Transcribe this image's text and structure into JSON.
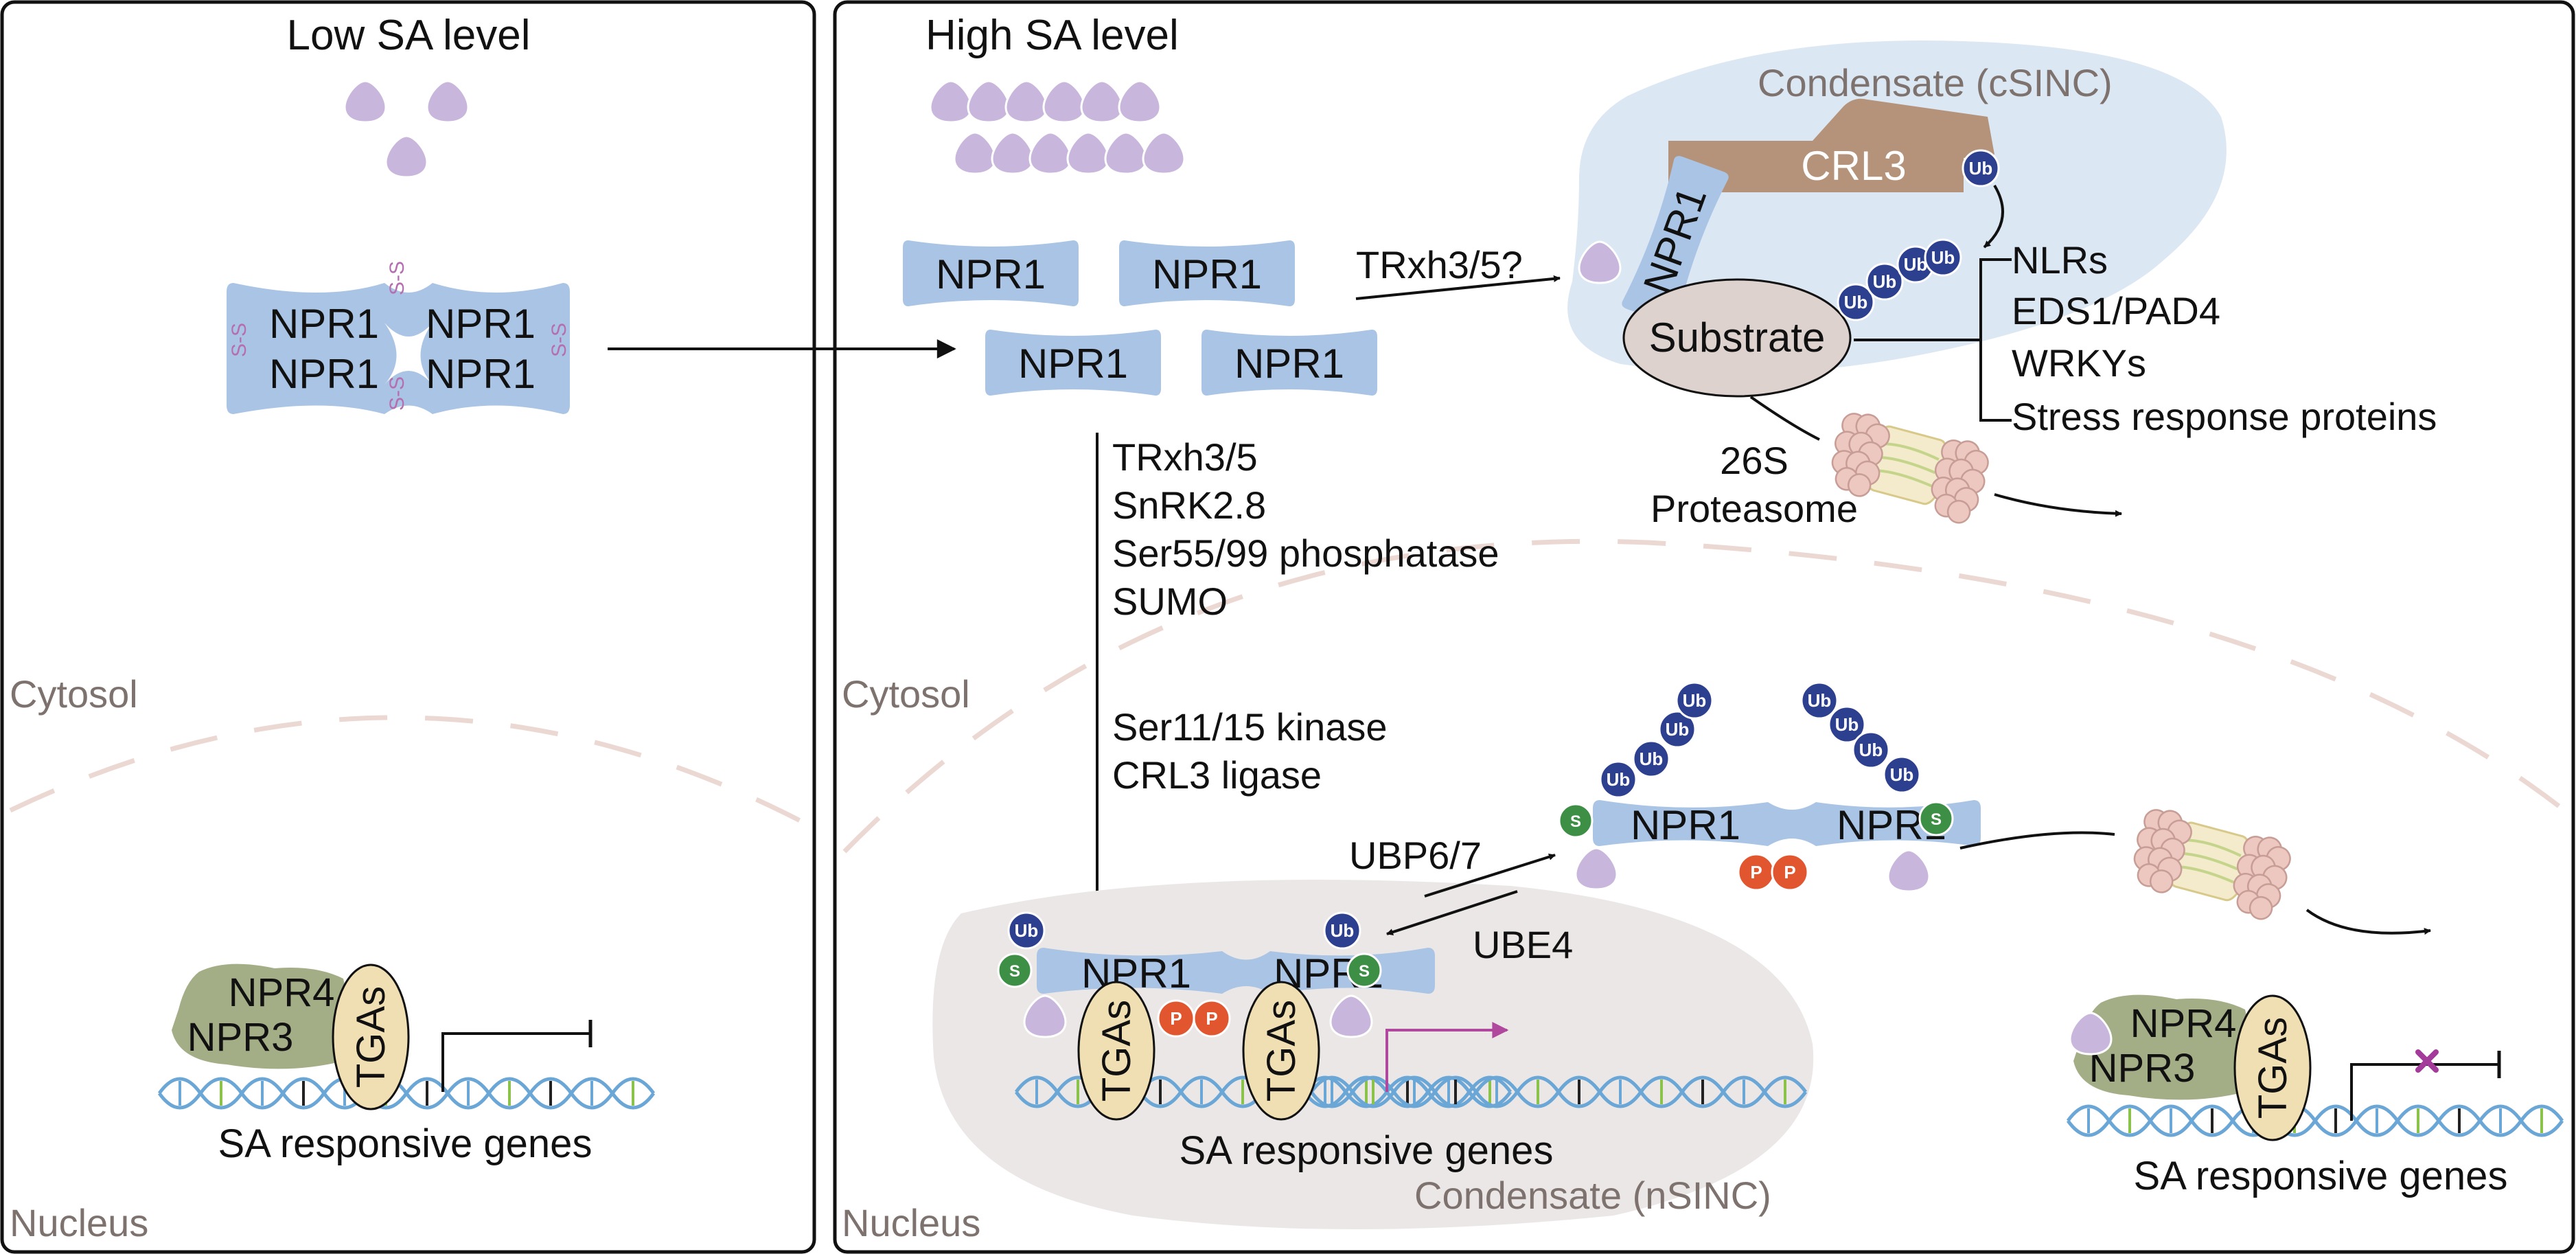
{
  "panels": {
    "left": {
      "title": "Low SA level"
    },
    "right": {
      "title": "High SA level"
    }
  },
  "compartments": {
    "cytosol_left": "Cytosol",
    "nucleus_left": "Nucleus",
    "cytosol_right": "Cytosol",
    "nucleus_right": "Nucleus"
  },
  "proteins": {
    "npr1": "NPR1",
    "npr3": "NPR3",
    "npr4": "NPR4",
    "tgas": "TGAs",
    "crl3": "CRL3",
    "substrate": "Substrate",
    "ss": "S-S"
  },
  "badges": {
    "ub": "Ub",
    "s": "S",
    "p": "P"
  },
  "condensates": {
    "csinc": "Condensate (cSINC)",
    "nsinc": "Condensate (nSINC)"
  },
  "labels": {
    "trxh_q": "TRxh3/5?",
    "regulators_1": [
      "TRxh3/5",
      "SnRK2.8",
      "Ser55/99 phosphatase",
      "SUMO"
    ],
    "regulators_2": [
      "Ser11/15 kinase",
      "CRL3 ligase"
    ],
    "proteasome": [
      "26S",
      "Proteasome"
    ],
    "ubp": "UBP6/7",
    "ube4": "UBE4",
    "sa_genes": "SA responsive genes"
  },
  "substrates": [
    "NLRs",
    "EDS1/PAD4",
    "WRKYs",
    "Stress response proteins"
  ],
  "colors": {
    "npr1": "#a9c4e4",
    "npr34": "#a3ad86",
    "tga": "#f1dfb4",
    "crl3": "#b5937a",
    "substrate": "#ddd2cd",
    "csinc": "#dce7f4",
    "nsinc": "#ebe7e6",
    "ub": "#2d3f8f",
    "sumo": "#3d8f45",
    "phos": "#e2562f",
    "sa": "#c8b6dc",
    "disulfide": "#b56fb0",
    "activate_arrow": "#b0489e",
    "block_cross": "#a33b9b",
    "proteasome": "#e8c8c2"
  }
}
